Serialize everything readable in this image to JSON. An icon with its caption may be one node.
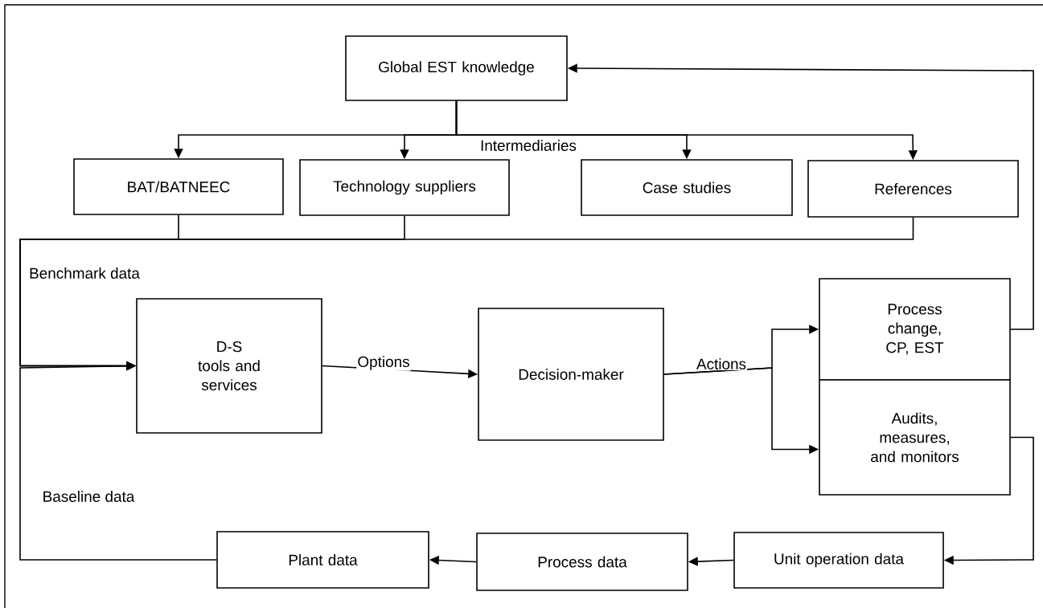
{
  "diagram": {
    "nodes": [
      {
        "text": [
          "Global EST knowledge"
        ]
      },
      {
        "text": [
          "BAT/BATNEEC"
        ]
      },
      {
        "text": [
          "Technology suppliers"
        ]
      },
      {
        "text": [
          "Case studies"
        ]
      },
      {
        "text": [
          "References"
        ]
      },
      {
        "text": [
          "D-S tools and services"
        ]
      },
      {
        "text": [
          "Decision-maker"
        ]
      },
      {
        "text": [
          "Process change, CP, EST"
        ]
      },
      {
        "text": [
          "Audits, measures, and monitors"
        ]
      },
      {
        "text": [
          "Plant data"
        ]
      },
      {
        "text": [
          "Process data"
        ]
      },
      {
        "text": [
          "Unit operation data"
        ]
      }
    ],
    "edges": [
      {
        "from": 0,
        "to": 1,
        "arrow": "to"
      },
      {
        "from": 0,
        "to": 2,
        "arrow": "to"
      },
      {
        "from": 0,
        "to": 3,
        "arrow": "to"
      },
      {
        "from": 0,
        "to": 4,
        "arrow": "to"
      },
      {
        "from": 1,
        "to": 5,
        "arrow": "to"
      },
      {
        "from": 2,
        "to": 5,
        "arrow": "to"
      },
      {
        "from": 4,
        "to": 5,
        "arrow": "to"
      },
      {
        "from": 9,
        "to": 5,
        "arrow": "to"
      },
      {
        "from": 5,
        "to": 6,
        "arrow": "to",
        "label": "Options"
      },
      {
        "from": 6,
        "to": 7,
        "arrow": "to",
        "label": "Actions"
      },
      {
        "from": 6,
        "to": 8,
        "arrow": "to"
      },
      {
        "from": 7,
        "to": 0,
        "arrow": "to"
      },
      {
        "from": 8,
        "to": 11,
        "arrow": "to"
      },
      {
        "from": 11,
        "to": 10,
        "arrow": "to"
      },
      {
        "from": 10,
        "to": 9,
        "arrow": "to"
      }
    ],
    "labels": [
      "Intermediaries",
      "Benchmark data",
      "Baseline data"
    ]
  }
}
